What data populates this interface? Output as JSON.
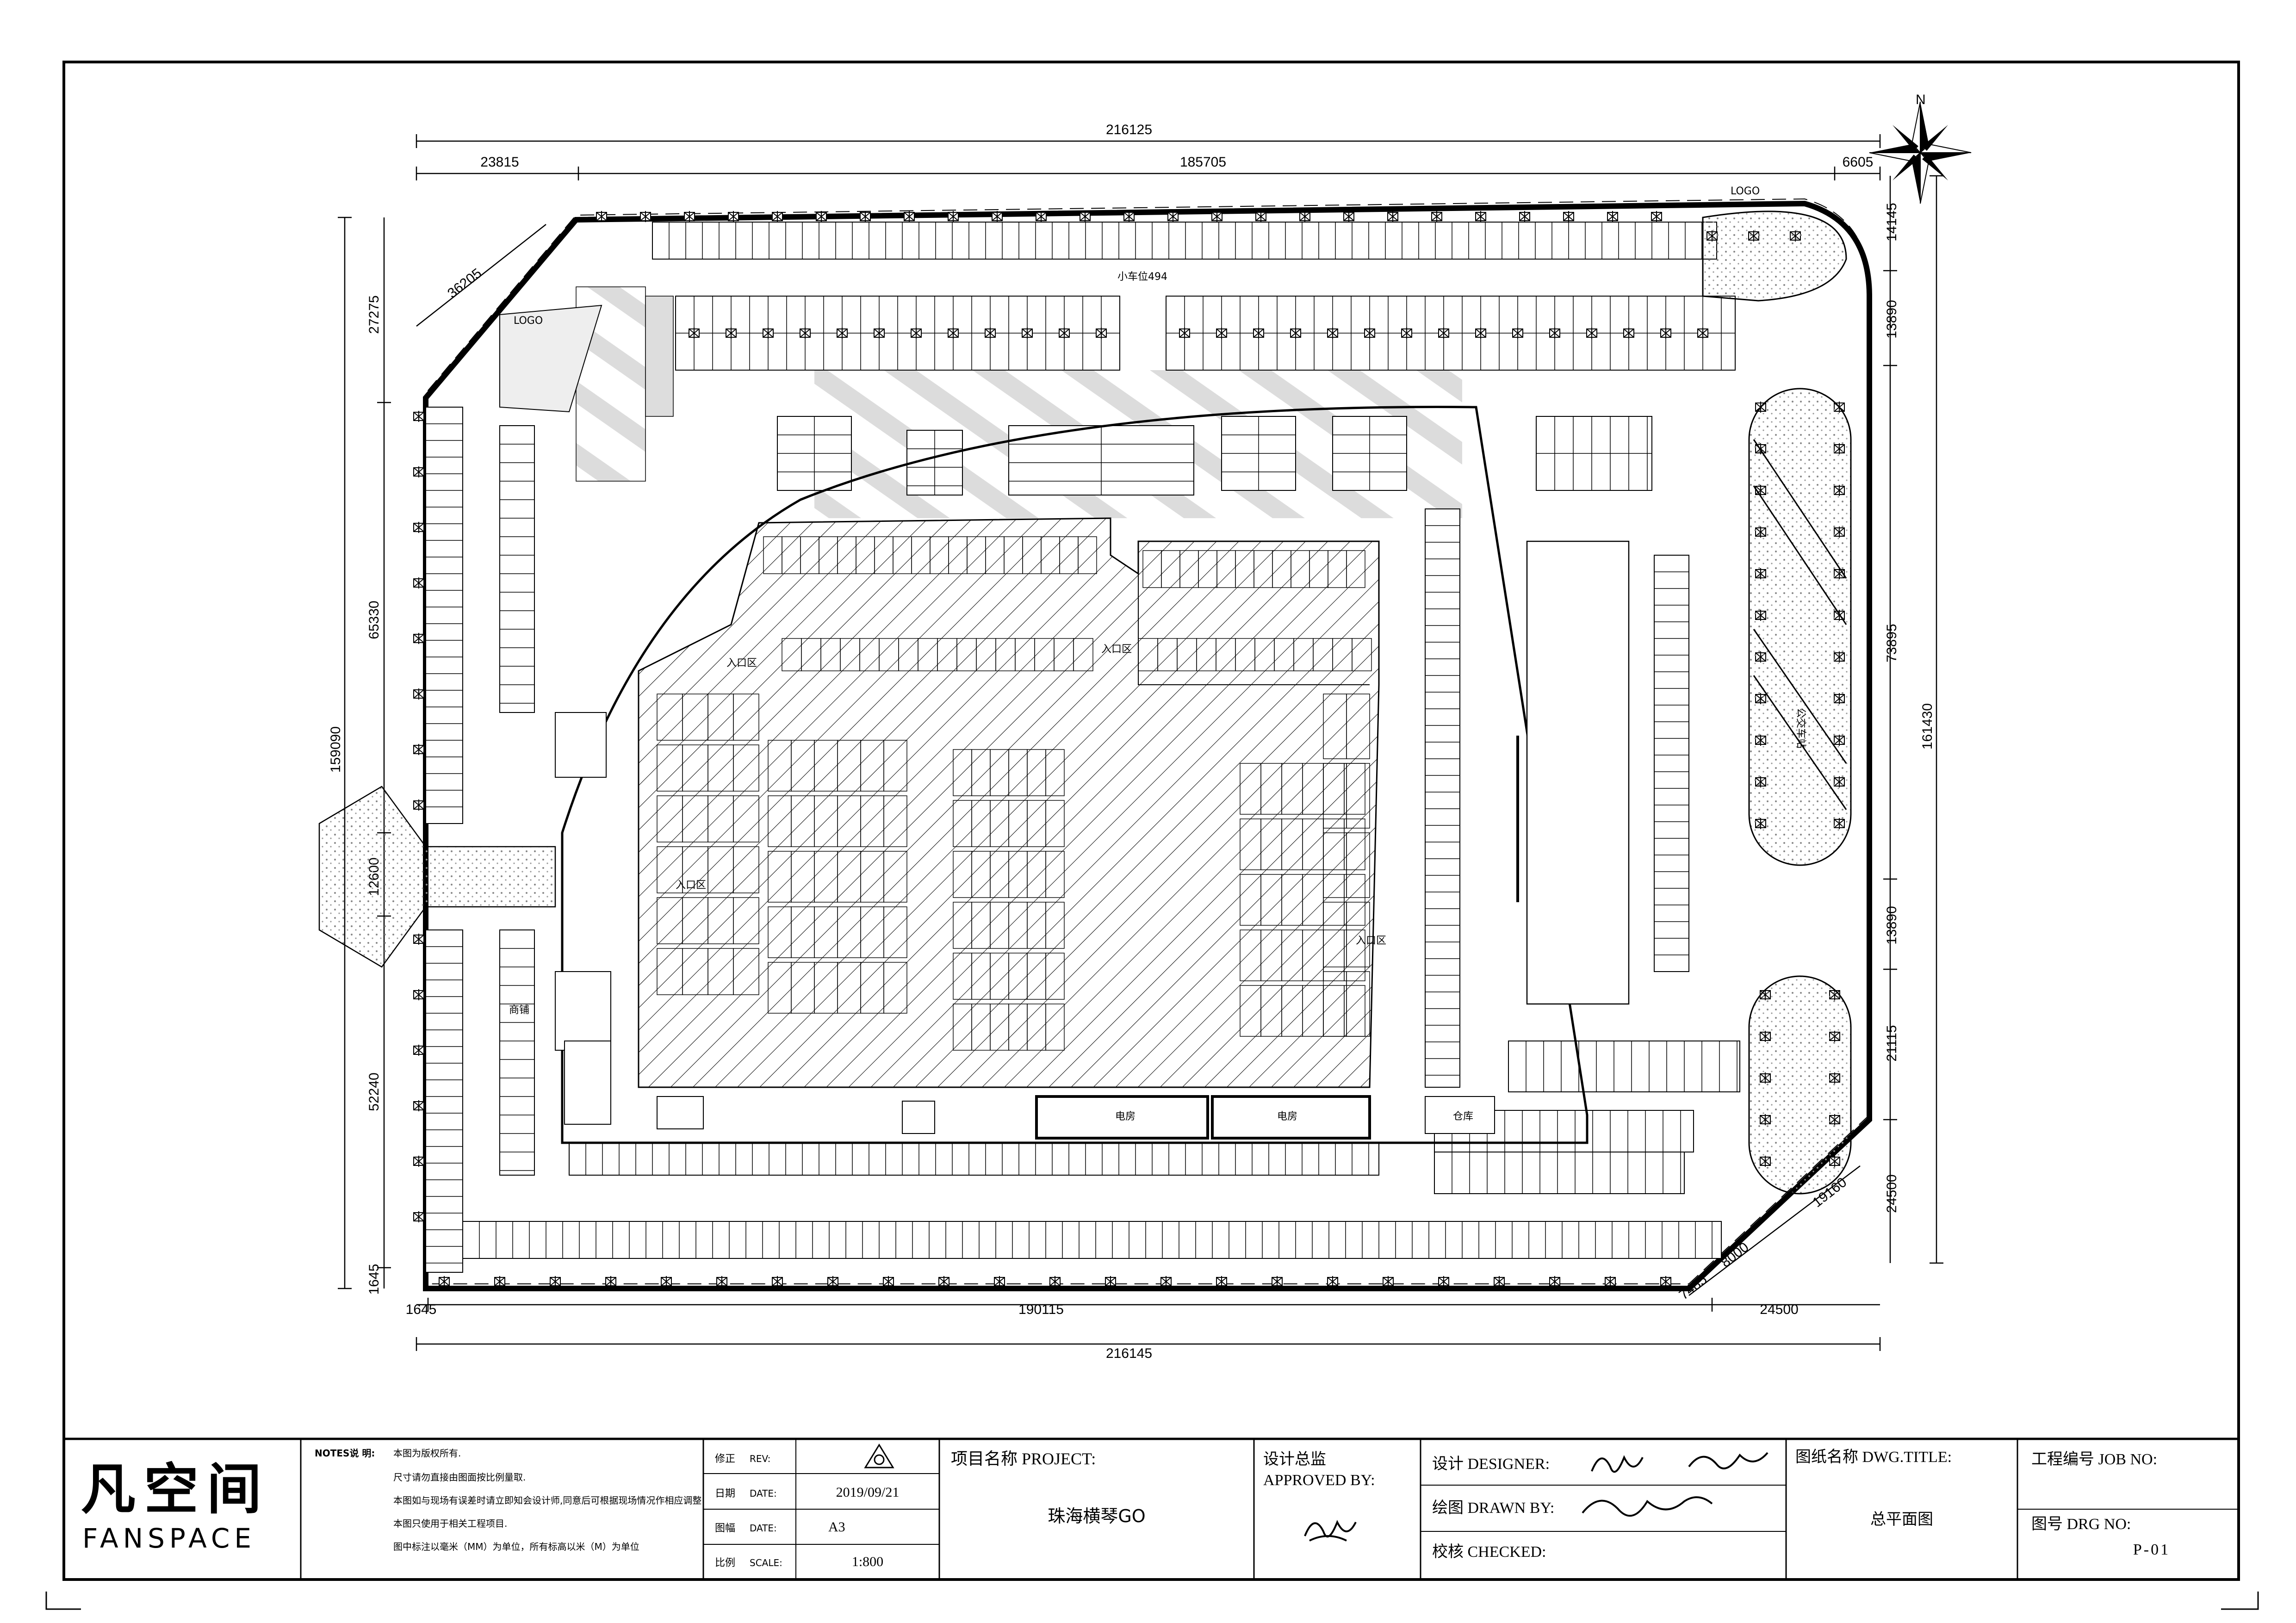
{
  "north": {
    "label": "N"
  },
  "dimensions": {
    "top_total": "216125",
    "top_left": "23815",
    "top_mid": "185705",
    "top_right": "6605",
    "diag_topleft": "36205",
    "left_a": "27275",
    "left_b": "65330",
    "left_total": "159090",
    "left_c": "12600",
    "left_d": "52240",
    "left_e": "1645",
    "bottom_left": "1645",
    "bottom_mid": "190115",
    "bottom_right": "24500",
    "bottom_total": "216145",
    "diag_br_a": "7485",
    "diag_br_b": "8000",
    "diag_br_c": "19160",
    "right_a": "14145",
    "right_b": "13890",
    "right_c": "73895",
    "right_total": "161430",
    "right_d": "13890",
    "right_e": "21115",
    "right_f": "24500"
  },
  "plan_labels": {
    "parking_count": "小车位494",
    "logo_a": "LOGO",
    "logo_b": "LOGO",
    "ent_a": "入口区",
    "ent_b": "入口区",
    "ent_c": "入口区",
    "ent_d": "入口区",
    "bus": "公交车站",
    "unit_a": "商铺",
    "unit_b": "电房",
    "unit_c": "电房",
    "unit_d": "仓库"
  },
  "title_block": {
    "logo_cn": "凡空间",
    "logo_en": "FANSPACE",
    "notes_title": "NOTES说 明:",
    "notes": [
      "本图为版权所有.",
      "尺寸请勿直接由图面按比例量取.",
      "本图如与现场有误差时请立即知会设计师,同意后可根据现场情况作相应调整.",
      "本图只使用于相关工程项目.",
      "图中标注以毫米（MM）为单位，所有标高以米（M）为单位"
    ],
    "rev_cn": "修正",
    "rev_en": "REV:",
    "rev_value": "",
    "date_cn": "日期",
    "date_en": "DATE:",
    "date_value": "2019/09/21",
    "size_cn": "图幅",
    "size_en": "DATE:",
    "size_value": "A3",
    "scale_cn": "比例",
    "scale_en": "SCALE:",
    "scale_value": "1:800",
    "project_label": "项目名称 PROJECT:",
    "project_value": "珠海横琴GO",
    "approved_cn": "设计总监",
    "approved_en": "APPROVED BY:",
    "designer_label": "设计 DESIGNER:",
    "drawn_label": "绘图 DRAWN BY:",
    "checked_label": "校核 CHECKED:",
    "title_label": "图纸名称 DWG.TITLE:",
    "title_value": "总平面图",
    "job_label": "工程编号 JOB NO:",
    "job_value": "",
    "drg_label": "图号 DRG NO:",
    "drg_value": "P-01"
  }
}
